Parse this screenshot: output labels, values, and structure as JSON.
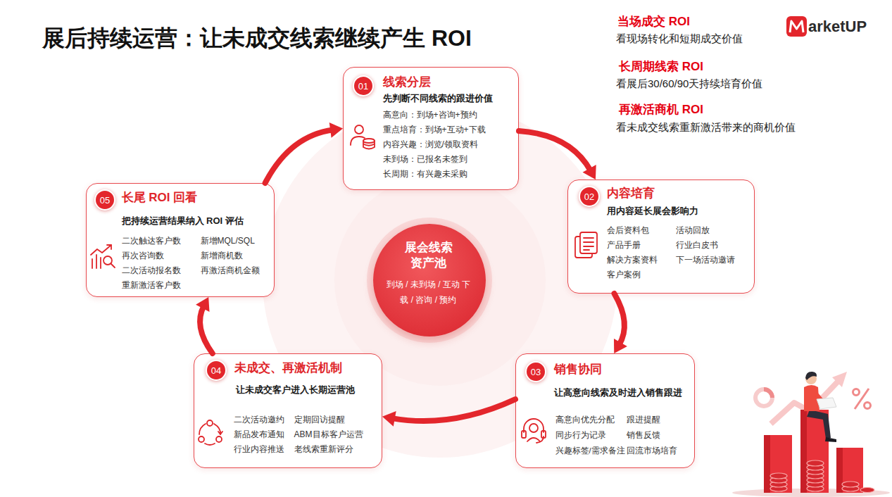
{
  "diagram": {
    "title": "展后持续运营：让未成交线索继续产生 ROI",
    "nodes": [
      {
        "text": [
          "线索分层",
          "先判断不同线索的跟进价值",
          "高意向：到场+咨询+预约",
          "重点培育：到场+互动+下载",
          "内容兴趣：浏览/领取资料",
          "未到场：已报名未签到",
          "长周期：有兴趣未采购"
        ]
      },
      {
        "text": [
          "01"
        ],
        "in": 0
      },
      {
        "text": [
          "内容培育",
          "用内容延长展会影响力",
          "会后资料包",
          "活动回放",
          "产品手册",
          "行业白皮书",
          "解决方案资料",
          "下一场活动邀请",
          "客户案例"
        ]
      },
      {
        "text": [
          "02"
        ],
        "in": 2
      },
      {
        "text": [
          "销售协同",
          "让高意向线索及时进入销售跟进",
          "高意向优先分配",
          "跟进提醒",
          "同步行为记录",
          "销售反馈",
          "兴趣标签/需求备注",
          "回流市场培育"
        ]
      },
      {
        "text": [
          "03"
        ],
        "in": 4
      },
      {
        "text": [
          "未成交、再激活机制",
          "让未成交客户进入长期运营池",
          "二次活动邀约",
          "定期回访提醒",
          "新品发布通知",
          "ABM目标客户运营",
          "行业内容推送",
          "老线索重新评分"
        ]
      },
      {
        "text": [
          "04"
        ],
        "in": 6
      },
      {
        "text": [
          "长尾 ROI 回看",
          "把持续运营结果纳入 ROI 评估",
          "二次触达客户数",
          "新增MQL/SQL",
          "再次咨询数",
          "新增商机数",
          "二次活动报名数",
          "再激活商机金额",
          "重新激活客户数"
        ]
      },
      {
        "text": [
          "05"
        ],
        "in": 8
      },
      {
        "text": [
          "展会线索 资产池",
          "到场 / 未到场 / 互动 下载 / 咨询 / 预约"
        ]
      }
    ],
    "edges": [
      {
        "from": 0,
        "to": 2,
        "arrow": "to"
      },
      {
        "from": 2,
        "to": 4,
        "arrow": "to"
      },
      {
        "from": 4,
        "to": 6,
        "arrow": "to"
      },
      {
        "from": 6,
        "to": 8,
        "arrow": "to"
      },
      {
        "from": 8,
        "to": 0,
        "arrow": "to"
      }
    ],
    "labels": [
      "当场成交 ROI",
      "看现场转化和短期成交价值",
      "长周期线索 ROI",
      "看展后30/60/90天持续培育价值",
      "再激活商机 ROI",
      "看未成交线索重新激活带来的商机价值",
      "arketUP"
    ]
  }
}
